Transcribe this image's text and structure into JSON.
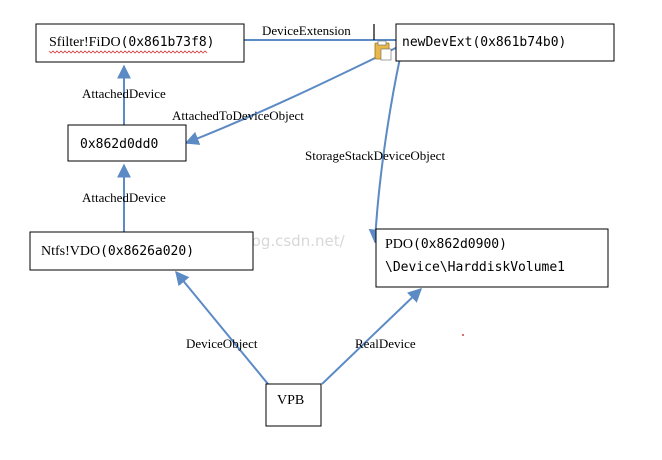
{
  "nodes": {
    "sfilter": {
      "prefix": "Sfilter!FiDO",
      "addr": "(0x861b73f8)"
    },
    "newdevext": {
      "prefix": "newDevExt",
      "addr": "(0x861b74b0)"
    },
    "middle": {
      "addr": "0x862d0dd0"
    },
    "ntfs": {
      "prefix": "Ntfs!VDO",
      "addr": "(0x8626a020)"
    },
    "pdo": {
      "line1_prefix": "PDO",
      "line1_addr": "(0x862d0900)",
      "line2": "\\Device\\HarddiskVolume1"
    },
    "vpb": {
      "label": "VPB"
    }
  },
  "edges": {
    "device_extension": "DeviceExtension",
    "attached_device_top": "AttachedDevice",
    "attached_to_device_object": "AttachedToDeviceObject",
    "storage_stack_device_object": "StorageStackDeviceObject",
    "attached_device_bottom": "AttachedDevice",
    "device_object": "DeviceObject",
    "real_device": "RealDevice"
  },
  "watermark": "http://blog.csdn.net/",
  "colors": {
    "arrow": "#5b8ac4",
    "box_border": "#000000",
    "spellcheck": "#d04040"
  },
  "icons": {
    "clipboard": "paste-options-icon"
  }
}
